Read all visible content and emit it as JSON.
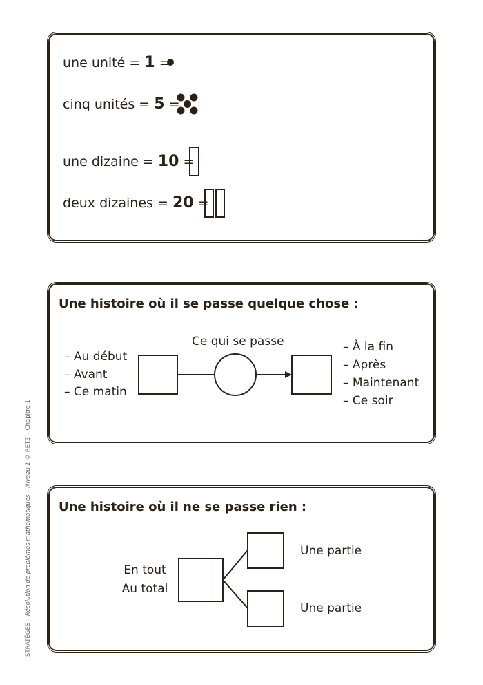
{
  "card_units": {
    "rows": [
      {
        "label": "une unité =",
        "number": "1",
        "eq": "=",
        "symbol": "one-dot"
      },
      {
        "label": "cinq unités =",
        "number": "5",
        "eq": "=",
        "symbol": "five-dots"
      },
      {
        "label": "une dizaine =",
        "number": "10",
        "eq": "=",
        "symbol": "one-bar"
      },
      {
        "label": "deux dizaines =",
        "number": "20",
        "eq": "=",
        "symbol": "two-bars"
      }
    ]
  },
  "card_change": {
    "title": "Une histoire où il se passe quelque chose :",
    "middle_label": "Ce qui se passe",
    "left_labels": [
      "– Au début",
      "– Avant",
      "– Ce matin"
    ],
    "right_labels": [
      "– À la fin",
      "– Après",
      "– Maintenant",
      "– Ce soir"
    ]
  },
  "card_parts": {
    "title": "Une histoire où il ne se passe rien :",
    "whole_labels": [
      "En tout",
      "Au total"
    ],
    "part_labels": [
      "Une partie",
      "Une partie"
    ]
  },
  "side_note": {
    "prefix": "STRATÈGES – ",
    "italic": "Résolution de problèmes mathématiques – Niveau 1",
    "suffix": " © RETZ – Chapitre 1"
  },
  "colors": {
    "ink": "#2b2117"
  }
}
